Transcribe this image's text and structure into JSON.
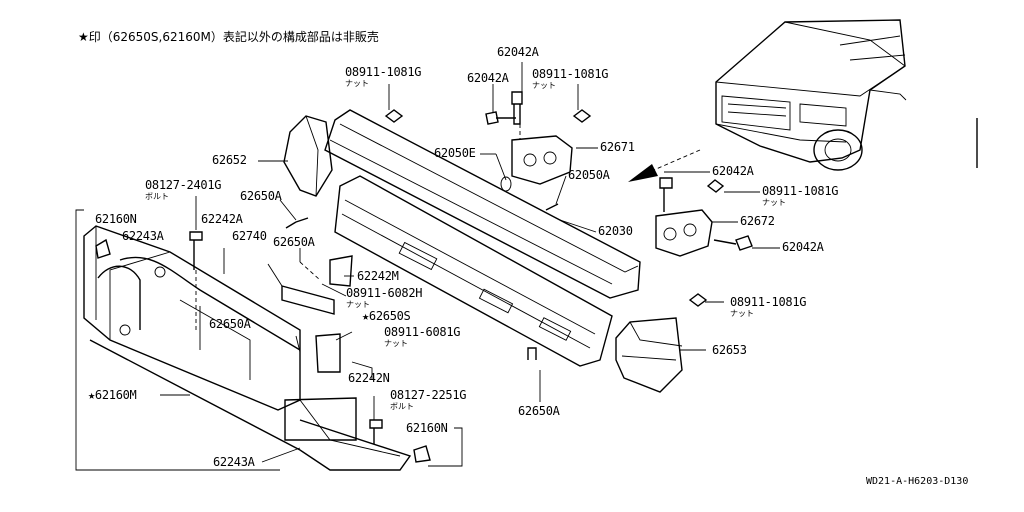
{
  "header_note": "★印（62650S,62160M）表記以外の構成部品は非販売",
  "reference_code": "WD21-A-H6203-D130",
  "labels": {
    "l62042A_top": "62042A",
    "l62042A_b": "62042A",
    "l08911_a": "08911-1081G",
    "l08911_a_sub": "ナット",
    "l08911_b": "08911-1081G",
    "l08911_b_sub": "ナット",
    "l62671": "62671",
    "l62050E": "62050E",
    "l62050A": "62050A",
    "l62652": "62652",
    "l62042A_r": "62042A",
    "l08911_c": "08911-1081G",
    "l08911_c_sub": "ナット",
    "l62672": "62672",
    "l62042A_r2": "62042A",
    "l08127_a": "08127-2401G",
    "l08127_a_sub": "ボルト",
    "l62650A_a": "62650A",
    "l62160N_a": "62160N",
    "l62242A": "62242A",
    "l62243A_a": "62243A",
    "l62740": "62740",
    "l62650A_b": "62650A",
    "l62030": "62030",
    "l62242M": "62242M",
    "l08911_6082H": "08911-6082H",
    "l08911_6082H_sub": "ナット",
    "l62650S": "★62650S",
    "l08911_d": "08911-1081G",
    "l08911_d_sub": "ナット",
    "l62650A_c": "62650A",
    "l08911_6081G": "08911-6081G",
    "l08911_6081G_sub": "ナット",
    "l62653": "62653",
    "l62242N": "62242N",
    "l62160M": "★62160M",
    "l08127_b": "08127-2251G",
    "l08127_b_sub": "ボルト",
    "l62650A_d": "62650A",
    "l62160N_b": "62160N",
    "l62243A_b": "62243A"
  }
}
